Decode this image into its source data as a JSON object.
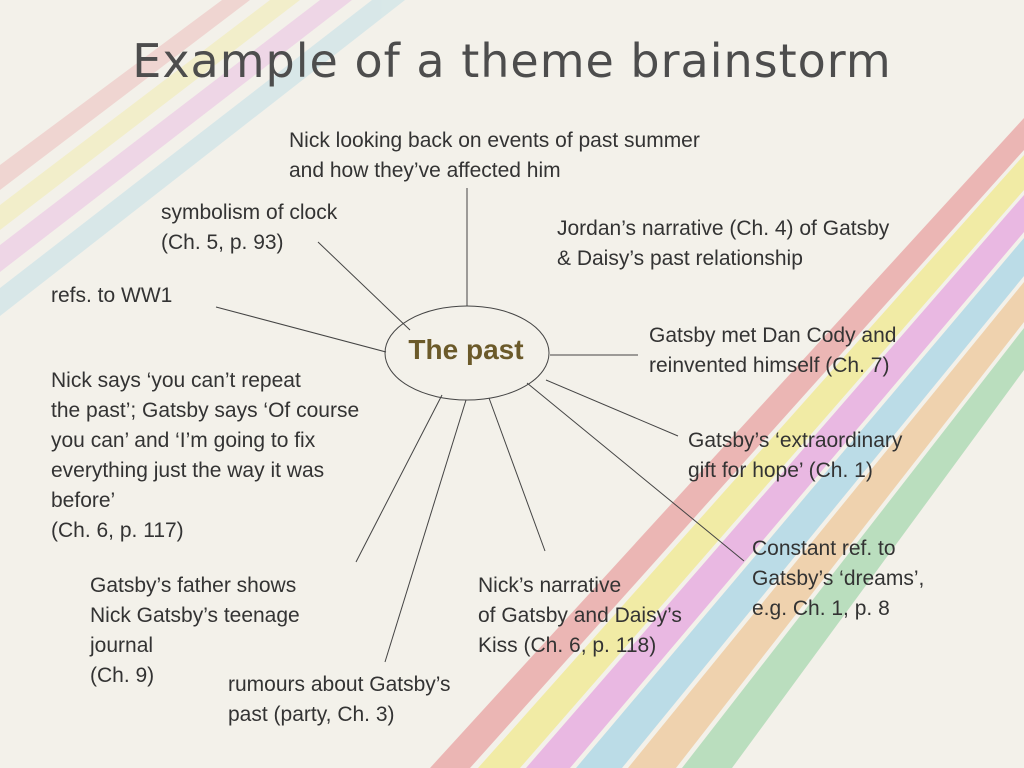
{
  "title": "Example of a theme brainstorm",
  "center": "The past",
  "colors": {
    "title": "#4d4d4d",
    "center_text": "#6b5a2a",
    "stripes": [
      "#e9a3a3",
      "#f1e98f",
      "#e6a6e0",
      "#a9d6e6",
      "#eec89a",
      "#a8d8b0"
    ]
  },
  "nodes": [
    {
      "id": "nick-looking-back",
      "lines": [
        "Nick looking back on events of past summer",
        "and how they’ve affected him"
      ]
    },
    {
      "id": "symbolism-clock",
      "lines": [
        "symbolism of clock",
        "(Ch. 5, p. 93)"
      ]
    },
    {
      "id": "jordan-narrative",
      "lines": [
        "Jordan’s narrative (Ch. 4) of Gatsby",
        "& Daisy’s past relationship"
      ]
    },
    {
      "id": "refs-ww1",
      "lines": [
        "refs. to WW1"
      ]
    },
    {
      "id": "dan-cody",
      "lines": [
        "Gatsby met Dan Cody and",
        "reinvented himself (Ch. 7)"
      ]
    },
    {
      "id": "repeat-past",
      "lines": [
        "Nick says ‘you can’t repeat",
        "the past’; Gatsby says ‘Of course",
        "you can’ and ‘I’m going to fix",
        "everything just the way it was",
        "before’",
        "(Ch. 6, p. 117)"
      ]
    },
    {
      "id": "gift-for-hope",
      "lines": [
        "Gatsby’s ‘extraordinary",
        "gift for hope’ (Ch. 1)"
      ]
    },
    {
      "id": "dreams",
      "lines": [
        "Constant ref. to",
        "Gatsby’s ‘dreams’,",
        "e.g. Ch. 1, p. 8"
      ]
    },
    {
      "id": "fathers-journal",
      "lines": [
        "Gatsby’s father shows",
        "Nick Gatsby’s teenage",
        "journal",
        "(Ch. 9)"
      ]
    },
    {
      "id": "kiss-narrative",
      "lines": [
        "Nick’s narrative",
        "of Gatsby and Daisy’s",
        "Kiss (Ch. 6, p. 118)"
      ]
    },
    {
      "id": "rumours",
      "lines": [
        "rumours about Gatsby’s",
        "past (party, Ch. 3)"
      ]
    }
  ]
}
